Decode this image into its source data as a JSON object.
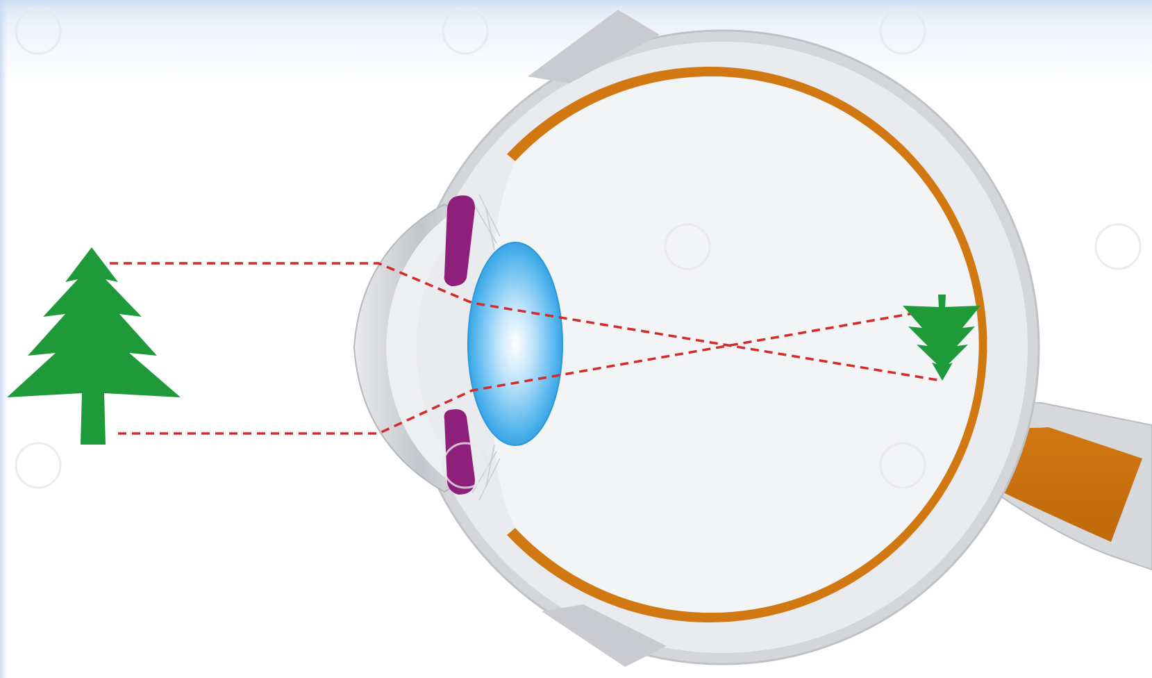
{
  "diagram": {
    "subject": "eye-optics-image-formation",
    "object": "tree",
    "image": "inverted-tree-on-retina"
  },
  "colors": {
    "tree": "#1e9a3a",
    "ray": "#d42a2a",
    "sclera": "#d4d6da",
    "sclera_light": "#eceef1",
    "retina": "#d27812",
    "iris": "#8e1f7a",
    "lens_center": "#ffffff",
    "lens_edge": "#2e9ee0",
    "vitreous": "#f5f5f7",
    "background": "#ffffff"
  },
  "icons": {
    "object": "tree-icon",
    "image": "inverted-tree-icon"
  }
}
